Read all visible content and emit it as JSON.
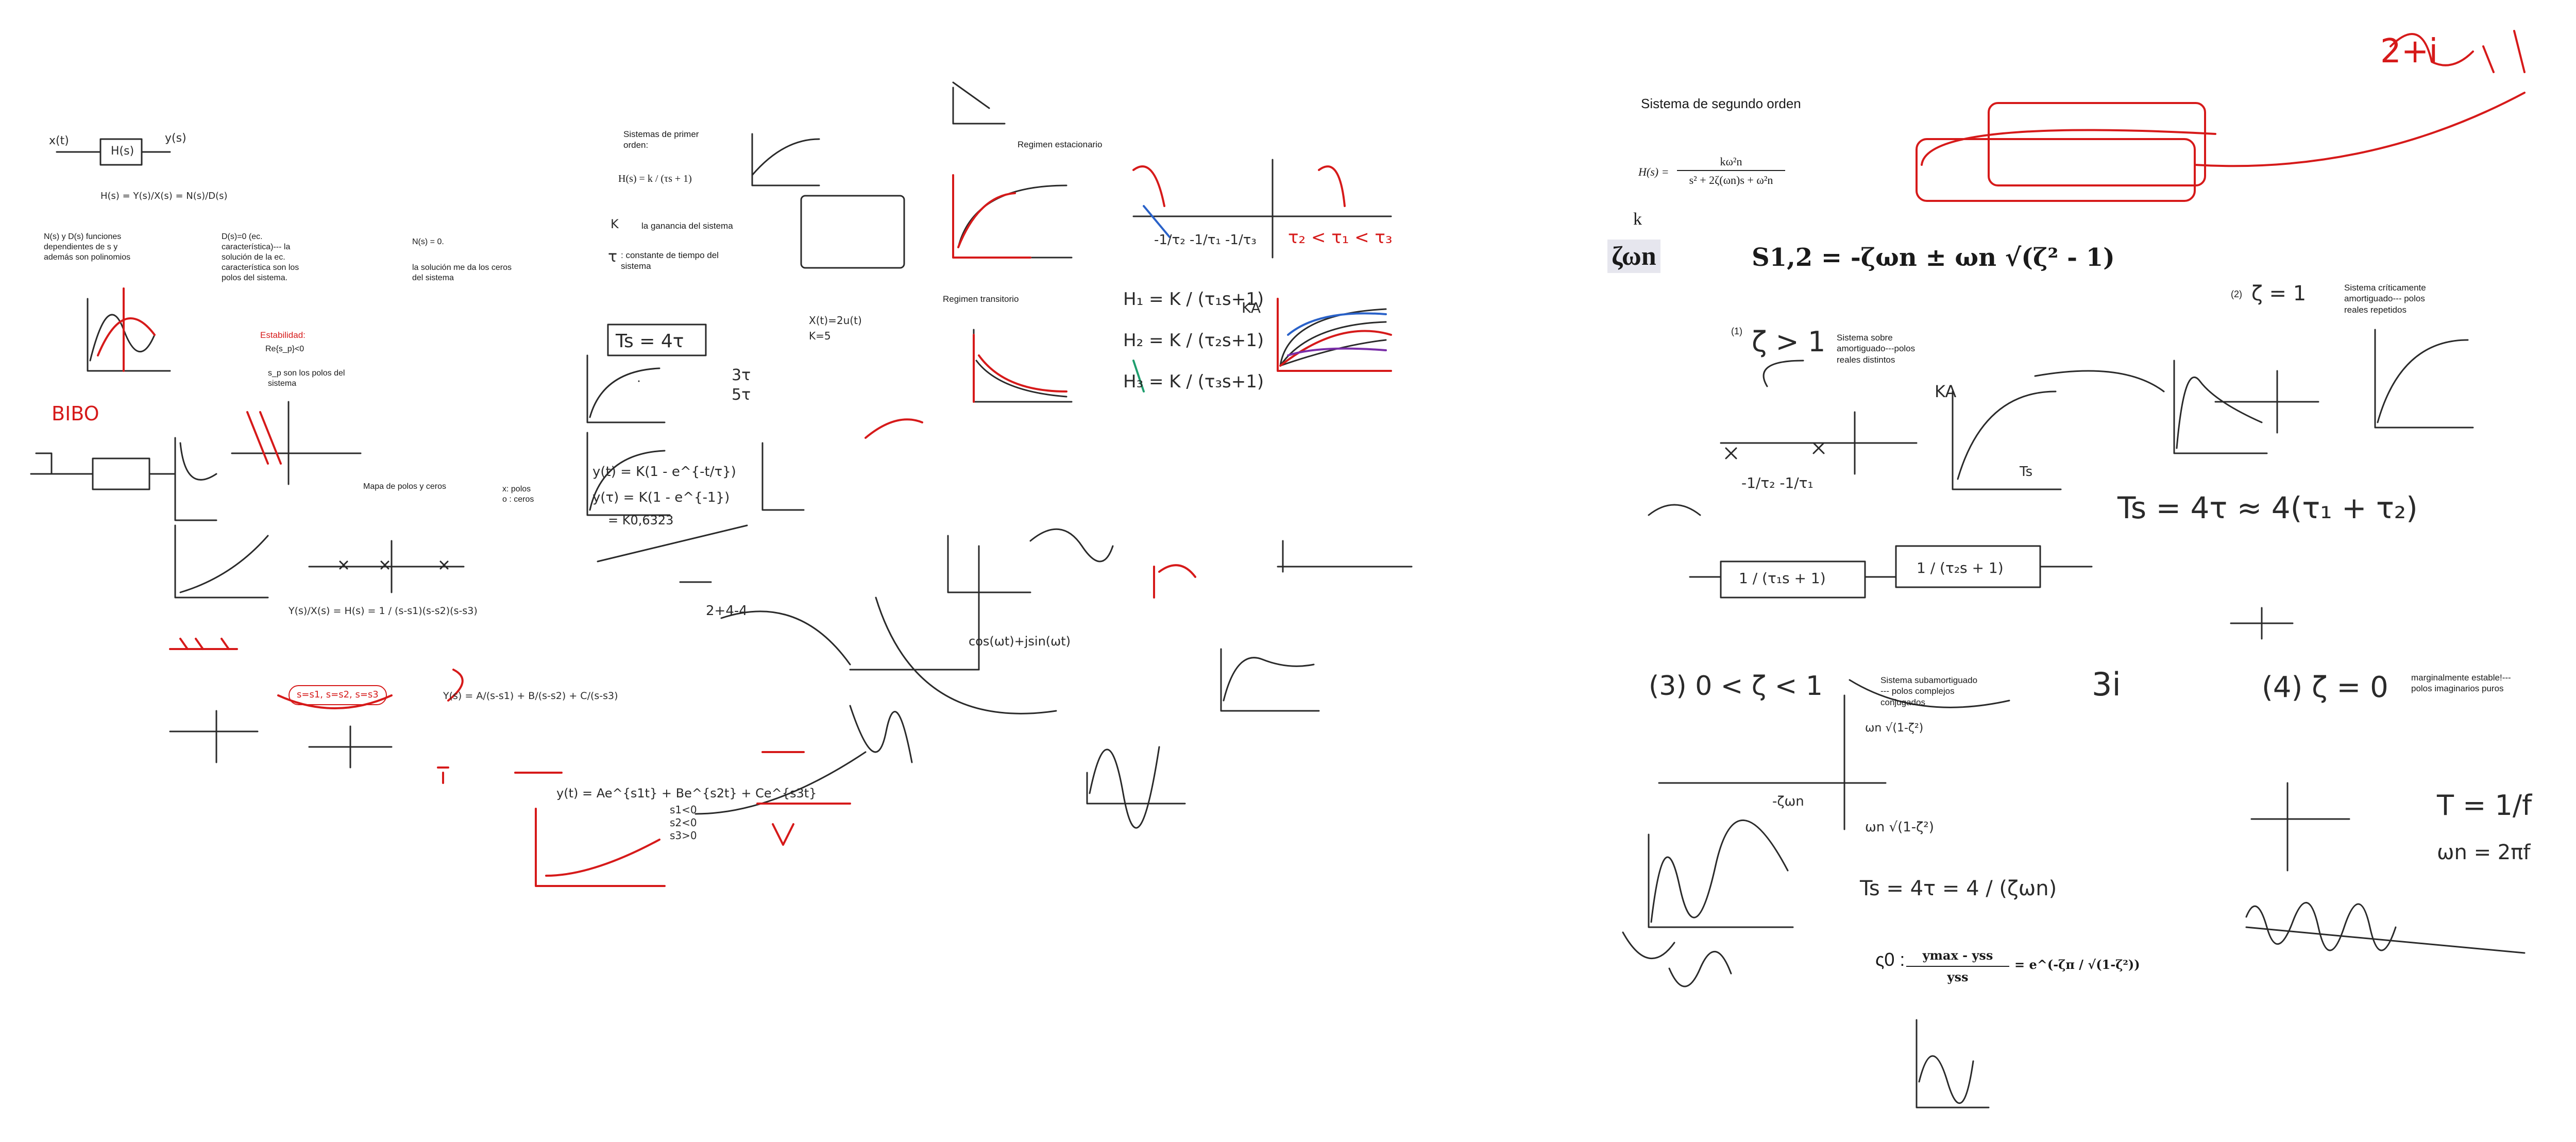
{
  "colors": {
    "ink": "#2a2a2a",
    "red": "#d61a1a",
    "blue": "#2a62c9",
    "purple": "#7a2ea8",
    "green": "#1f9e6e",
    "background": "#ffffff"
  },
  "left": {
    "block_in": "x(t)",
    "block_h": "H(s)",
    "block_out": "y(s)",
    "eq_h": "H(s) = Y(s)/X(s) = N(s)/D(s)",
    "nd_note": "N(s) y D(s) funciones\ndependientes de s y\nademás son polinomios",
    "ds_note": "D(s)=0 (ec.\ncaracterística)--- la\nsolución de la ec.\ncaracterística son los\npolos del sistema.",
    "ns_zero": "N(s) = 0.",
    "ns_note": "la solución me da los ceros\ndel sistema",
    "stability_title": "Estabilidad:",
    "stability_cond": "Re{s_p}<0",
    "stability_note": "s_p son los polos del\nsistema",
    "bibo": "BIBO",
    "pole_map": "Mapa de polos y ceros",
    "legend_poles": "x: polos\no : ceros",
    "ys_xs": "Y(s)/X(s) = H(s) = 1 / (s-s1)(s-s2)(s-s3)",
    "roots": "s=s1, s=s2, s=s3",
    "partial_frac": "Y(s) = A/(s-s1) + B/(s-s2) + C/(s-s3)",
    "y_time": "y(t) = Ae^{s1t} + Be^{s2t} + Ce^{s3t}",
    "s_conditions": "s1<0\ns2<0\ns3>0",
    "first_order_title": "Sistemas de primer\norden:",
    "first_order_h": "H(s) = k / (τs + 1)",
    "gain_k": "K",
    "gain_label": "la ganancia del sistema",
    "tau": "τ",
    "tau_label": ": constante de tiempo del\nsistema",
    "ts_box": "Ts = 4τ",
    "three_tau": "3τ\n5τ",
    "y_step": "y(t) = K(1 - e^{-t/τ})",
    "y_tau": "y(τ) = K(1 - e^{-1})",
    "k_value": "= K0,6323",
    "regimen_est": "Regimen estacionario",
    "regimen_trans": "Regimen transitorio",
    "h1": "H₁ = K / (τ₁s+1)",
    "h2": "H₂ = K / (τ₂s+1)",
    "h3": "H₃ = K / (τ₃s+1)",
    "tau_order": "τ₂ < τ₁ < τ₃",
    "pole_tau": "-1/τ₂   -1/τ₁   -1/τ₃",
    "ka": "KA",
    "x_t": "X(t)=2u(t)",
    "ks": "K=5",
    "cos_sin": "cos(ωt)+jsin(ωt)",
    "two_plus": "2+4-4"
  },
  "right": {
    "title": "Sistema de segundo orden",
    "h_second": "H(s) =",
    "h_num": "kω²n",
    "h_den": "s² + 2ζ(ωn)s + ω²n",
    "k_label": "k",
    "zeta_wn": "ζωn",
    "poles": "S1,2 = -ζωn ± ωn √(ζ² - 1)",
    "case1_num": "(1)",
    "case1": "ζ > 1",
    "case1_note": "Sistema sobre\namortiguado---polos\nreales distintos",
    "case2_num": "(2)",
    "case2": "ζ = 1",
    "case2_note": "Sistema críticamente\namortiguado--- polos\nreales repetidos",
    "ka_label": "KA",
    "ts_label": "Ts",
    "ts_eq": "Ts = 4τ ≈ 4(τ₁ + τ₂)",
    "tf1": "1 / (τ₁s + 1)",
    "tf2": "1 / (τ₂s + 1)",
    "pole_labels": "-1/τ₂   -1/τ₁",
    "case3": "(3) 0 < ζ < 1",
    "case3_note": "Sistema subamortiguado\n--- polos complejos\nconjugados",
    "wn_sqrt": "ωn √(1-ζ²)",
    "neg_zwn": "-ζωn",
    "three_i": "3i",
    "case4": "(4) ζ = 0",
    "case4_note": "marginalmente estable!---\npolos imaginarios puros",
    "t_eq": "T = 1/f",
    "wn_eq": "ωn = 2πf",
    "ts_under": "Ts = 4τ = 4 / (ζωn)",
    "overshoot_lhs": "ymax - yss",
    "overshoot_den": "yss",
    "overshoot_rhs": "= e^(-ζπ / √(1-ζ²))",
    "scribble": "2+i"
  }
}
